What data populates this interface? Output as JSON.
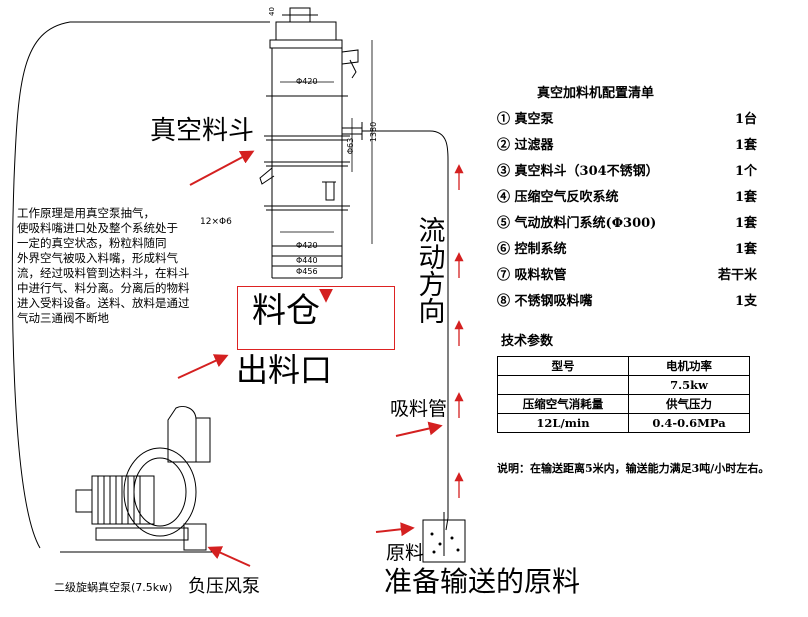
{
  "labels": {
    "hopper": "真空料斗",
    "bin": "料仓",
    "outlet": "出料口",
    "flow_direction": "流动方向",
    "suction_pipe": "吸料管",
    "raw_material": "原料",
    "prepared_material": "准备输送的原料",
    "pump_name": "二级旋蜗真空泵(7.5kw)",
    "blower": "负压风泵"
  },
  "principle_lines": [
    "工作原理是用真空泵抽气，",
    "使吸料嘴进口处及整个系统处于",
    "一定的真空状态，粉粒料随同",
    "外界空气被吸入料嘴，形成料气",
    "流，经过吸料管到达料斗，在料斗",
    "中进行气、料分离。分离后的物料",
    "进入受料设备。送料、放料是通过",
    "气动三通阀不断地"
  ],
  "dimensions": {
    "d420_top": "Φ420",
    "d420_bottom": "Φ420",
    "d440": "Φ440",
    "d456": "Φ456",
    "bolt_holes": "12×Φ6",
    "d63": "Φ63",
    "len_1380": "1380",
    "top_mark": "40"
  },
  "config": {
    "title": "真空加料机配置清单",
    "items": [
      {
        "num": "①",
        "name": "真空泵",
        "qty": "1台"
      },
      {
        "num": "②",
        "name": "过滤器",
        "qty": "1套"
      },
      {
        "num": "③",
        "name": "真空料斗（304不锈钢）",
        "qty": "1个"
      },
      {
        "num": "④",
        "name": "压缩空气反吹系统",
        "qty": "1套"
      },
      {
        "num": "⑤",
        "name": "气动放料门系统(Φ300)",
        "qty": "1套"
      },
      {
        "num": "⑥",
        "name": "控制系统",
        "qty": "1套"
      },
      {
        "num": "⑦",
        "name": "吸料软管",
        "qty": "若干米"
      },
      {
        "num": "⑧",
        "name": "不锈钢吸料嘴",
        "qty": "1支"
      }
    ]
  },
  "tech": {
    "title": "技术参数",
    "table": [
      [
        "型号",
        "电机功率"
      ],
      [
        "",
        "7.5kw"
      ],
      [
        "压缩空气消耗量",
        "供气压力"
      ],
      [
        "12L/min",
        "0.4-0.6MPa"
      ]
    ],
    "note": "说明：在输送距离5米内，输送能力满足3吨/小时左右。"
  },
  "colors": {
    "arrow": "#d42020",
    "line": "#000000",
    "bin_border": "#d42020"
  }
}
